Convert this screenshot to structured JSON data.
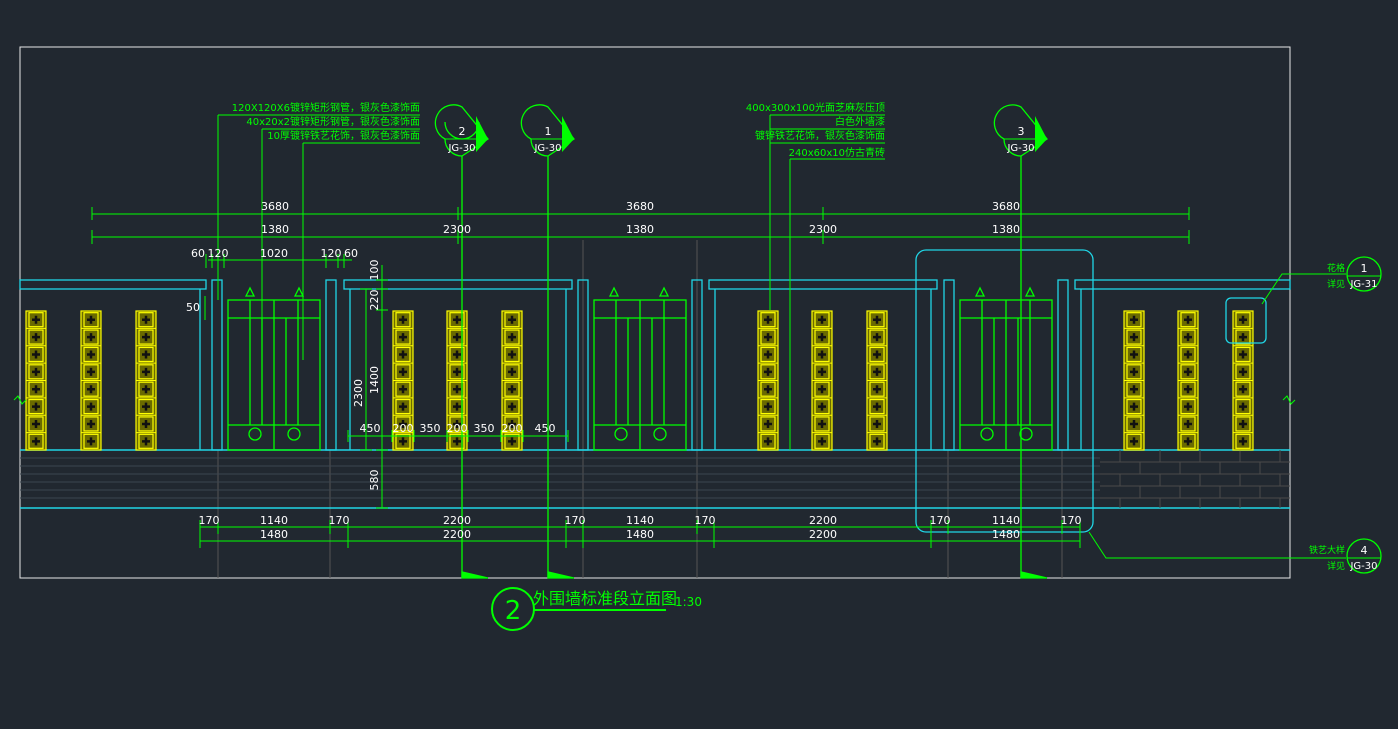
{
  "colors": {
    "background": "#212830",
    "frame": "#e8e8e8",
    "dimension": "#00ff00",
    "outline": "#20d6e6",
    "panel": "#ffff00",
    "panel_dark": "#6a6a00",
    "gray": "#8a8a8a",
    "brick": "#4a4a4a"
  },
  "dimensions_top": {
    "row1": [
      "3680",
      "3680",
      "3680"
    ],
    "row2": [
      "1380",
      "2300",
      "1380",
      "2300",
      "1380"
    ],
    "row3": [
      "60",
      "120",
      "1020",
      "120",
      "60"
    ]
  },
  "dimensions_left": {
    "d50": "50",
    "d100": "100",
    "d220": "220",
    "d2300": "2300",
    "d1400": "1400",
    "d580": "580"
  },
  "dimensions_inner": [
    "450",
    "200",
    "350",
    "200",
    "350",
    "200",
    "450"
  ],
  "dimensions_bottom": {
    "row1": [
      "170",
      "1140",
      "170",
      "2200",
      "170",
      "1140",
      "170",
      "2200",
      "170",
      "1140",
      "170"
    ],
    "row2": [
      "1480",
      "2200",
      "1480",
      "2200",
      "1480"
    ]
  },
  "annotations_left": [
    "120X120X6镀锌矩形钢管，银灰色漆饰面",
    "40x20x2镀锌矩形钢管，银灰色漆饰面",
    "10厚镀锌铁艺花饰，银灰色漆饰面"
  ],
  "annotations_right": [
    "400x300x100光面芝麻灰压顶",
    "白色外墙漆",
    "镀锌铁艺花饰，银灰色漆饰面",
    "240x60x10仿古青砖"
  ],
  "section_markers": [
    {
      "number": "2",
      "ref": "JG-30"
    },
    {
      "number": "1",
      "ref": "JG-30"
    },
    {
      "number": "3",
      "ref": "JG-30"
    }
  ],
  "detail_callouts": [
    {
      "label": "花格",
      "sub": "详见",
      "number": "1",
      "ref": "JG-31"
    },
    {
      "label": "铁艺大样",
      "sub": "详见",
      "number": "4",
      "ref": "JG-30"
    }
  ],
  "title": {
    "number": "2",
    "text": "外围墙标准段立面图",
    "scale": "1:30"
  }
}
